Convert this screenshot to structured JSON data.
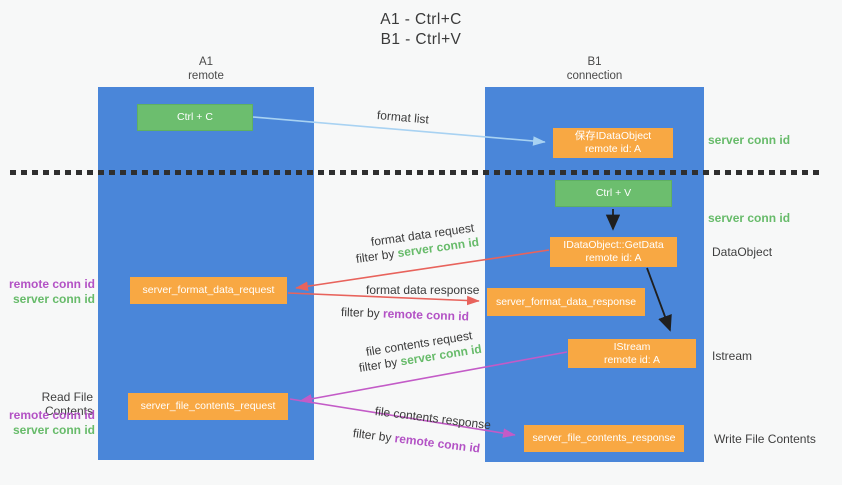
{
  "title": {
    "line1": "A1 - Ctrl+C",
    "line2": "B1 - Ctrl+V"
  },
  "lanes": {
    "left": {
      "name": "A1",
      "subtitle": "remote"
    },
    "right": {
      "name": "B1",
      "subtitle": "connection"
    }
  },
  "nodes": {
    "ctrl_c": {
      "label": "Ctrl + C"
    },
    "ctrl_v": {
      "label": "Ctrl + V"
    },
    "save_dataobject": {
      "line1": "保存IDataObject",
      "line2": "remote id: A"
    },
    "getdata": {
      "line1": "IDataObject::GetData",
      "line2": "remote id: A"
    },
    "istream": {
      "line1": "IStream",
      "line2": "remote id: A"
    },
    "server_format_data_request": {
      "label": "server_format_data_request"
    },
    "server_format_data_response": {
      "label": "server_format_data_response"
    },
    "server_file_contents_request": {
      "label": "server_file_contents_request"
    },
    "server_file_contents_response": {
      "label": "server_file_contents_response"
    }
  },
  "arrow_labels": {
    "format_list": "format list",
    "format_data_request": "format data request",
    "format_data_response": "format data response",
    "file_contents_request": "file contents request",
    "file_contents_response": "file contents response",
    "filter_by_server_1": {
      "prefix": "filter by ",
      "id": "server conn id"
    },
    "filter_by_remote_1": {
      "prefix": "filter by ",
      "id": "remote conn id"
    },
    "filter_by_server_2": {
      "prefix": "filter by ",
      "id": "server conn id"
    },
    "filter_by_remote_2": {
      "prefix": "filter by ",
      "id": "remote conn id"
    }
  },
  "side_labels": {
    "server_conn_id_top": "server conn id",
    "server_conn_id_mid": "server conn id",
    "dataobject": "DataObject",
    "istream": "Istream",
    "write_file_contents": "Write File Contents",
    "read_file_contents": "Read File Contents",
    "left_pair_1": {
      "remote": "remote conn id",
      "server": "server conn id"
    },
    "left_pair_2": {
      "remote": "remote conn id",
      "server": "server conn id"
    }
  },
  "colors": {
    "lane_blue": "#4A86D9",
    "box_green": "#6CBE6E",
    "box_orange": "#F8A843",
    "arrow_light_blue": "#A8D2F2",
    "arrow_red": "#E8635C",
    "arrow_magenta": "#C35BC7",
    "arrow_black": "#1F1F1F",
    "text_green": "#67BB6A",
    "text_purple": "#B352C5",
    "text_dark": "#3B3B3B",
    "background": "#F7F8F8"
  }
}
